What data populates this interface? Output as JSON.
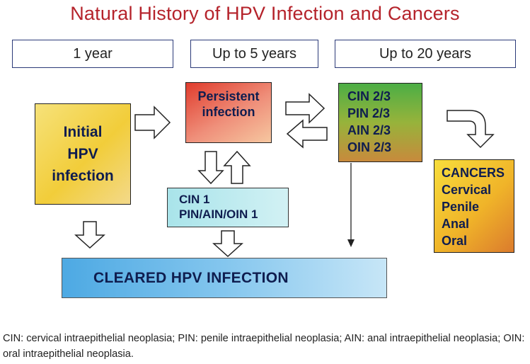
{
  "title": "Natural History of HPV Infection and Cancers",
  "phases": [
    "1 year",
    "Up to 5 years",
    "Up to 20 years"
  ],
  "initial": [
    "Initial",
    "HPV",
    "infection"
  ],
  "persistent": [
    "Persistent",
    "infection"
  ],
  "cin23": [
    "CIN 2/3",
    "PIN 2/3",
    "AIN 2/3",
    "OIN 2/3"
  ],
  "cancers": [
    "CANCERS",
    "Cervical",
    "Penile",
    "Anal",
    "Oral"
  ],
  "cin1": [
    "CIN 1",
    "PIN/AIN/OIN 1"
  ],
  "cleared": "CLEARED HPV INFECTION",
  "caption": "CIN: cervical intraepithelial neoplasia; PIN: penile intraepithelial neoplasia; AIN: anal intraepithelial neoplasia; OIN: oral intraepithelial neoplasia."
}
